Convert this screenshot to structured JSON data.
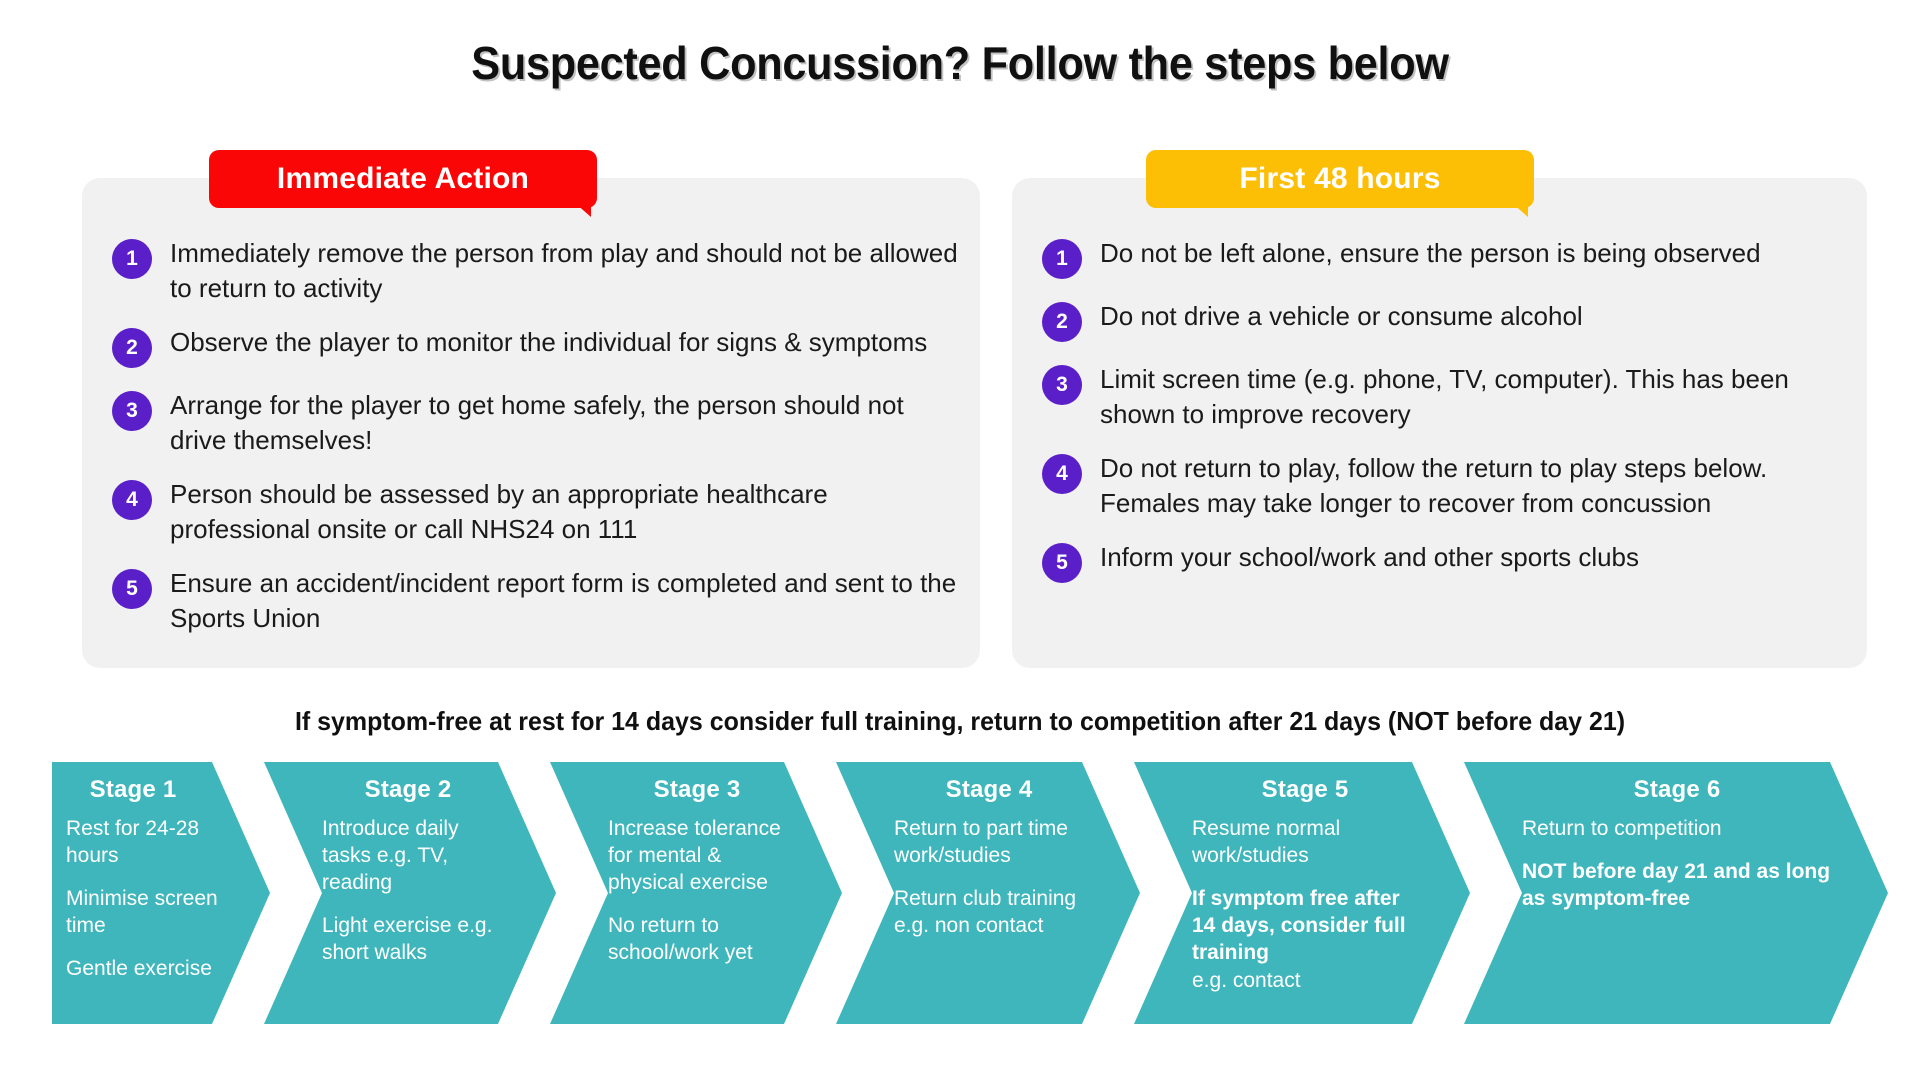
{
  "title": "Suspected Concussion? Follow the steps below",
  "colors": {
    "immediate_banner": "#FB0606",
    "first48_banner": "#FCBF06",
    "card_background": "#F1F1F1",
    "number_badge": "#5B1FC9",
    "stage_teal": "#3FB6BC"
  },
  "cards": [
    {
      "banner_label": "Immediate Action",
      "items": [
        {
          "number": "1",
          "text": "Immediately remove the person from play and should not be allowed to return to activity"
        },
        {
          "number": "2",
          "text": "Observe the player to monitor the individual for signs & symptoms"
        },
        {
          "number": "3",
          "text": "Arrange for the player to get home safely, the person should not drive themselves!"
        },
        {
          "number": "4",
          "text": "Person should be assessed by an appropriate healthcare professional onsite or call NHS24 on 111"
        },
        {
          "number": "5",
          "text": "Ensure an accident/incident report form is completed and sent to the Sports Union"
        }
      ]
    },
    {
      "banner_label": "First 48 hours",
      "items": [
        {
          "number": "1",
          "text": "Do not be left alone, ensure the person is being observed"
        },
        {
          "number": "2",
          "text": "Do not drive a vehicle or consume alcohol"
        },
        {
          "number": "3",
          "text": "Limit screen time (e.g. phone, TV, computer). This has been shown to improve recovery"
        },
        {
          "number": "4",
          "text": "Do not return to play, follow the return to play steps below. Females may take longer to recover from concussion"
        },
        {
          "number": "5",
          "text": "Inform your school/work and other sports clubs"
        }
      ]
    }
  ],
  "subtitle": "If symptom-free at rest for 14 days consider full training, return to competition after 21 days (NOT before day 21)",
  "stages": [
    {
      "title": "Stage 1",
      "paragraphs": [
        {
          "text": "Rest for 24-28 hours",
          "bold": false
        },
        {
          "text": "Minimise screen time",
          "bold": false
        },
        {
          "text": "Gentle exercise",
          "bold": false
        }
      ]
    },
    {
      "title": "Stage 2",
      "paragraphs": [
        {
          "text": "Introduce daily tasks e.g. TV, reading",
          "bold": false
        },
        {
          "text": "Light exercise e.g. short walks",
          "bold": false
        }
      ]
    },
    {
      "title": "Stage 3",
      "paragraphs": [
        {
          "text": "Increase tolerance for mental & physical exercise",
          "bold": false
        },
        {
          "text": "No return to school/work yet",
          "bold": false
        }
      ]
    },
    {
      "title": "Stage 4",
      "paragraphs": [
        {
          "text": "Return to part time work/studies",
          "bold": false
        },
        {
          "text": "Return club training e.g. non contact",
          "bold": false
        }
      ]
    },
    {
      "title": "Stage 5",
      "paragraphs": [
        {
          "text": "Resume normal work/studies",
          "bold": false
        },
        {
          "text": "If symptom free after 14 days, consider full training",
          "bold": true
        },
        {
          "text": "e.g. contact",
          "bold": false
        }
      ]
    },
    {
      "title": "Stage 6",
      "paragraphs": [
        {
          "text": "Return to competition",
          "bold": false
        },
        {
          "text": "NOT before day 21 and as long as symptom-free",
          "bold": true
        }
      ]
    }
  ]
}
